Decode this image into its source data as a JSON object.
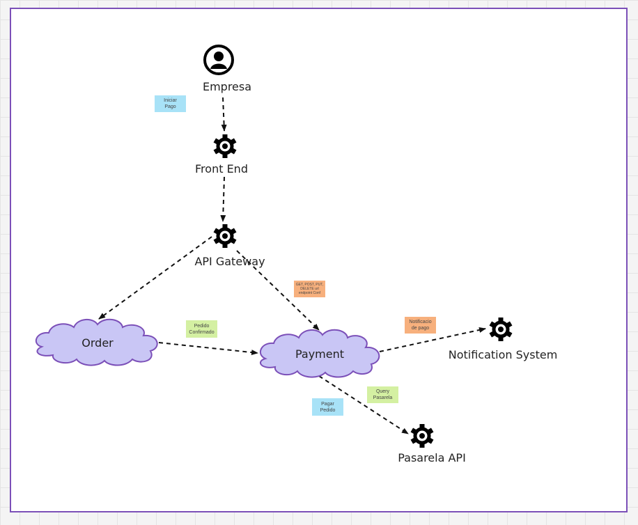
{
  "colors": {
    "frame": "#7b4fb8",
    "cloud_fill": "#c9c6f5",
    "cloud_stroke": "#7b4fb8",
    "note_blue": "#a8e2f7",
    "note_green": "#d4f0a2",
    "note_orange": "#f7b07d",
    "arrow": "#111111"
  },
  "nodes": {
    "empresa": {
      "label": "Empresa",
      "icon": "user-icon"
    },
    "front_end": {
      "label": "Front End",
      "icon": "gear-icon"
    },
    "api_gateway": {
      "label": "API Gateway",
      "icon": "gear-icon"
    },
    "order": {
      "label": "Order",
      "icon": "cloud-shape"
    },
    "payment": {
      "label": "Payment",
      "icon": "cloud-shape"
    },
    "notification_system": {
      "label": "Notification System",
      "icon": "gear-icon"
    },
    "pasarela_api": {
      "label": "Pasarela API",
      "icon": "gear-icon"
    }
  },
  "notes": {
    "iniciar_pago": "Iniciar\nPago",
    "api_methods": "GET, POST, PUT,\nDELETE url\nendpoint Conf",
    "pedido_confirmado": "Pedido\nConfirmado",
    "notificacion_pago": "Notificacio\nde pago",
    "query_pasarela": "Query\nPasarela",
    "pagar_pedido": "Pagar\nPedido"
  }
}
